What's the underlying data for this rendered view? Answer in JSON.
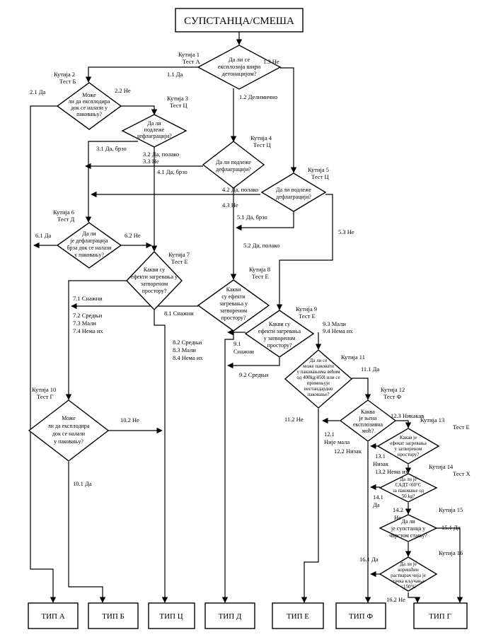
{
  "title": "СУПСТАНЦА/СМЕША",
  "boxes": {
    "b1": {
      "name": "Кутија 1",
      "test": "Тест А",
      "q": [
        "Да ли се",
        "експлозија шири",
        "детонацијом?"
      ]
    },
    "b2": {
      "name": "Кутија 2",
      "test": "Тест Б",
      "q": [
        "Може",
        "ли да експлодира",
        "док се налази у",
        "паковању?"
      ]
    },
    "b3": {
      "name": "Кутија 3",
      "test": "Тест Ц",
      "q": [
        "Да ли",
        "подлеже",
        "дефлаграцији?"
      ]
    },
    "b4": {
      "name": "Кутија 4",
      "test": "Тест Ц",
      "q": [
        "Да ли подлеже",
        "дефлаграцији?"
      ]
    },
    "b5": {
      "name": "Кутија 5",
      "test": "Тест Ц",
      "q": [
        "Да ли подлеже",
        "дефлаграцији?"
      ]
    },
    "b6": {
      "name": "Кутија 6",
      "test": "Тест Д",
      "q": [
        "Да ли",
        "је дефлаграција",
        "брза док се налази",
        "у паковању?"
      ]
    },
    "b7": {
      "name": "Кутија 7",
      "test": "Тест Е",
      "q": [
        "Какви су",
        "ефекти загревања у",
        "затвореном",
        "простору?"
      ]
    },
    "b8": {
      "name": "Кутија 8",
      "test": "Тест Е",
      "q": [
        "Какви",
        "су ефекти",
        "загревања у",
        "затвореном",
        "простору?"
      ]
    },
    "b9": {
      "name": "Кутија 9",
      "test": "Тест Е",
      "q": [
        "Какви су",
        "ефекти загревања",
        "у затвореном",
        "простору?"
      ]
    },
    "b10": {
      "name": "Кутија 10",
      "test": "Тест Г",
      "q": [
        "Може",
        "ли да експлодира",
        "док се налази",
        "у паковању?"
      ]
    },
    "b11": {
      "name": "Кутија 11",
      "test": "",
      "q": [
        "Да ли се",
        "може паковати",
        "у паковањима већим",
        "од 400kg/450l или се",
        "примењује",
        "нестандардно",
        "паковање?"
      ]
    },
    "b12": {
      "name": "Кутија 12",
      "test": "Тест Ф",
      "q": [
        "Каква",
        "је њена",
        "експлозивна",
        "моћ?"
      ]
    },
    "b13": {
      "name": "Кутија 13",
      "test": "Тест Е",
      "q": [
        "Какав је",
        "ефекат загревања",
        "у затвореном",
        "простору?"
      ]
    },
    "b14": {
      "name": "Кутија 14",
      "test": "Тест Х",
      "q": [
        "Да ли је",
        "САДТ<60°С",
        "за паковање од",
        "50 kg?"
      ]
    },
    "b15": {
      "name": "Кутија 15",
      "test": "",
      "q": [
        "Да ли",
        "је супстанца у",
        "чврстом стању?"
      ]
    },
    "b16": {
      "name": "Кутија 16",
      "test": "",
      "q": [
        "Да ли је",
        "коришћен",
        "растварач чија је",
        "тачка кључања",
        "<150°С"
      ]
    }
  },
  "edges": {
    "e1_1": "1.1 Да",
    "e1_2": "1.2 Делимично",
    "e1_3": "1.3 Не",
    "e2_1": "2.1 Да",
    "e2_2": "2.2 Не",
    "e3_1": "3.1 Да, брзо",
    "e3_2": "3.2 Да, полако",
    "e3_3": "3.3 Не",
    "e4_1": "4.1 Да, брзо",
    "e4_2": "4.2 Да, полако",
    "e4_3": "4.3 Не",
    "e5_1": "5.1 Да, брзо",
    "e5_2": "5.2 Да, полако",
    "e5_3": "5.3 Не",
    "e6_1": "6.1 Да",
    "e6_2": "6.2 Не",
    "e7_1": "7.1 Снажни",
    "e7_2": "7.2 Средњи",
    "e7_3": "7.3 Мали",
    "e7_4": "7.4 Нема их",
    "e8_1": "8.1 Снажни",
    "e8_2": "8.2 Средњи",
    "e8_3": "8.3 Мали",
    "e8_4": "8.4 Нема их",
    "e9_1a": "9.1",
    "e9_1b": "Снажни",
    "e9_2": "9.2 Средњи",
    "e9_3": "9.3 Мали",
    "e9_4": "9.4 Нема их",
    "e10_1": "10.1 Да",
    "e10_2": "10.2 Не",
    "e11_1": "11.1 Да",
    "e11_2": "11.2 Не",
    "e12_1a": "12.1",
    "e12_1b": "Није мала",
    "e12_2": "12.2 Низак",
    "e12_3": "12.3 Никакав",
    "e13_1a": "13.1",
    "e13_1b": "Низак",
    "e13_2": "13.2 Нема их",
    "e14_1a": "14.1",
    "e14_1b": "Да",
    "e14_2a": "14.2",
    "e14_2b": "Не",
    "e15_1": "15.1 Да",
    "e16_1": "16.1 Да",
    "e16_2": "16.2 Не"
  },
  "types": {
    "A": "ТИП А",
    "B": "ТИП Б",
    "C": "ТИП Ц",
    "D": "ТИП Д",
    "E": "ТИП Е",
    "F": "ТИП Ф",
    "G": "ТИП Г"
  }
}
